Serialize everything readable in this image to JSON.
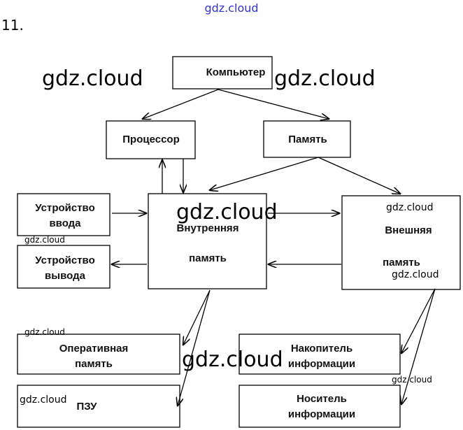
{
  "header": {
    "site": "gdz.cloud",
    "number": "11."
  },
  "nodes": {
    "computer": "Компьютер",
    "processor": "Процессор",
    "memory": "Память",
    "input_1": "Устройство",
    "input_2": "ввода",
    "output_1": "Устройство",
    "output_2": "вывода",
    "internal_1": "Внутренняя",
    "internal_2": "память",
    "external_1": "Внешняя",
    "external_2": "память",
    "ram_1": "Оперативная",
    "ram_2": "память",
    "rom": "ПЗУ",
    "drive_1": "Накопитель",
    "drive_2": "информации",
    "medium_1": "Носитель",
    "medium_2": "информации"
  },
  "watermark": "gdz.cloud"
}
